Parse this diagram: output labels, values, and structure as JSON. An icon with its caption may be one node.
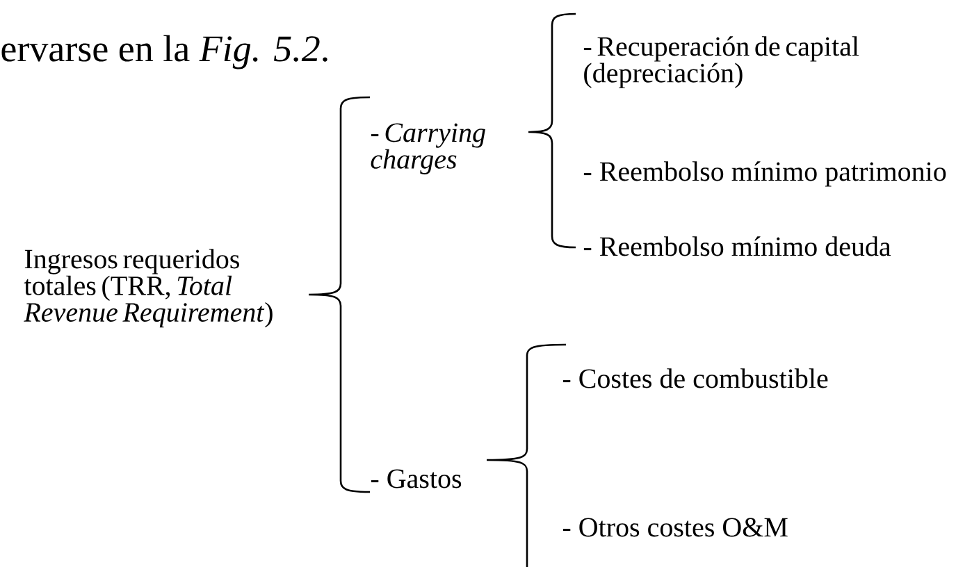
{
  "diagram": {
    "labels": [
      "ervarse en la *Fig. 5.2*.",
      "Ingresos requeridos totales (TRR, *Total Revenue Requirement*)",
      "- *Carrying charges*",
      "- Recuperación de capital (depreciación)",
      "- Reembolso mínimo patrimonio",
      "- Reembolso mínimo deuda",
      "- Gastos",
      "- Costes de combustible",
      "- Otros costes O&M"
    ]
  }
}
